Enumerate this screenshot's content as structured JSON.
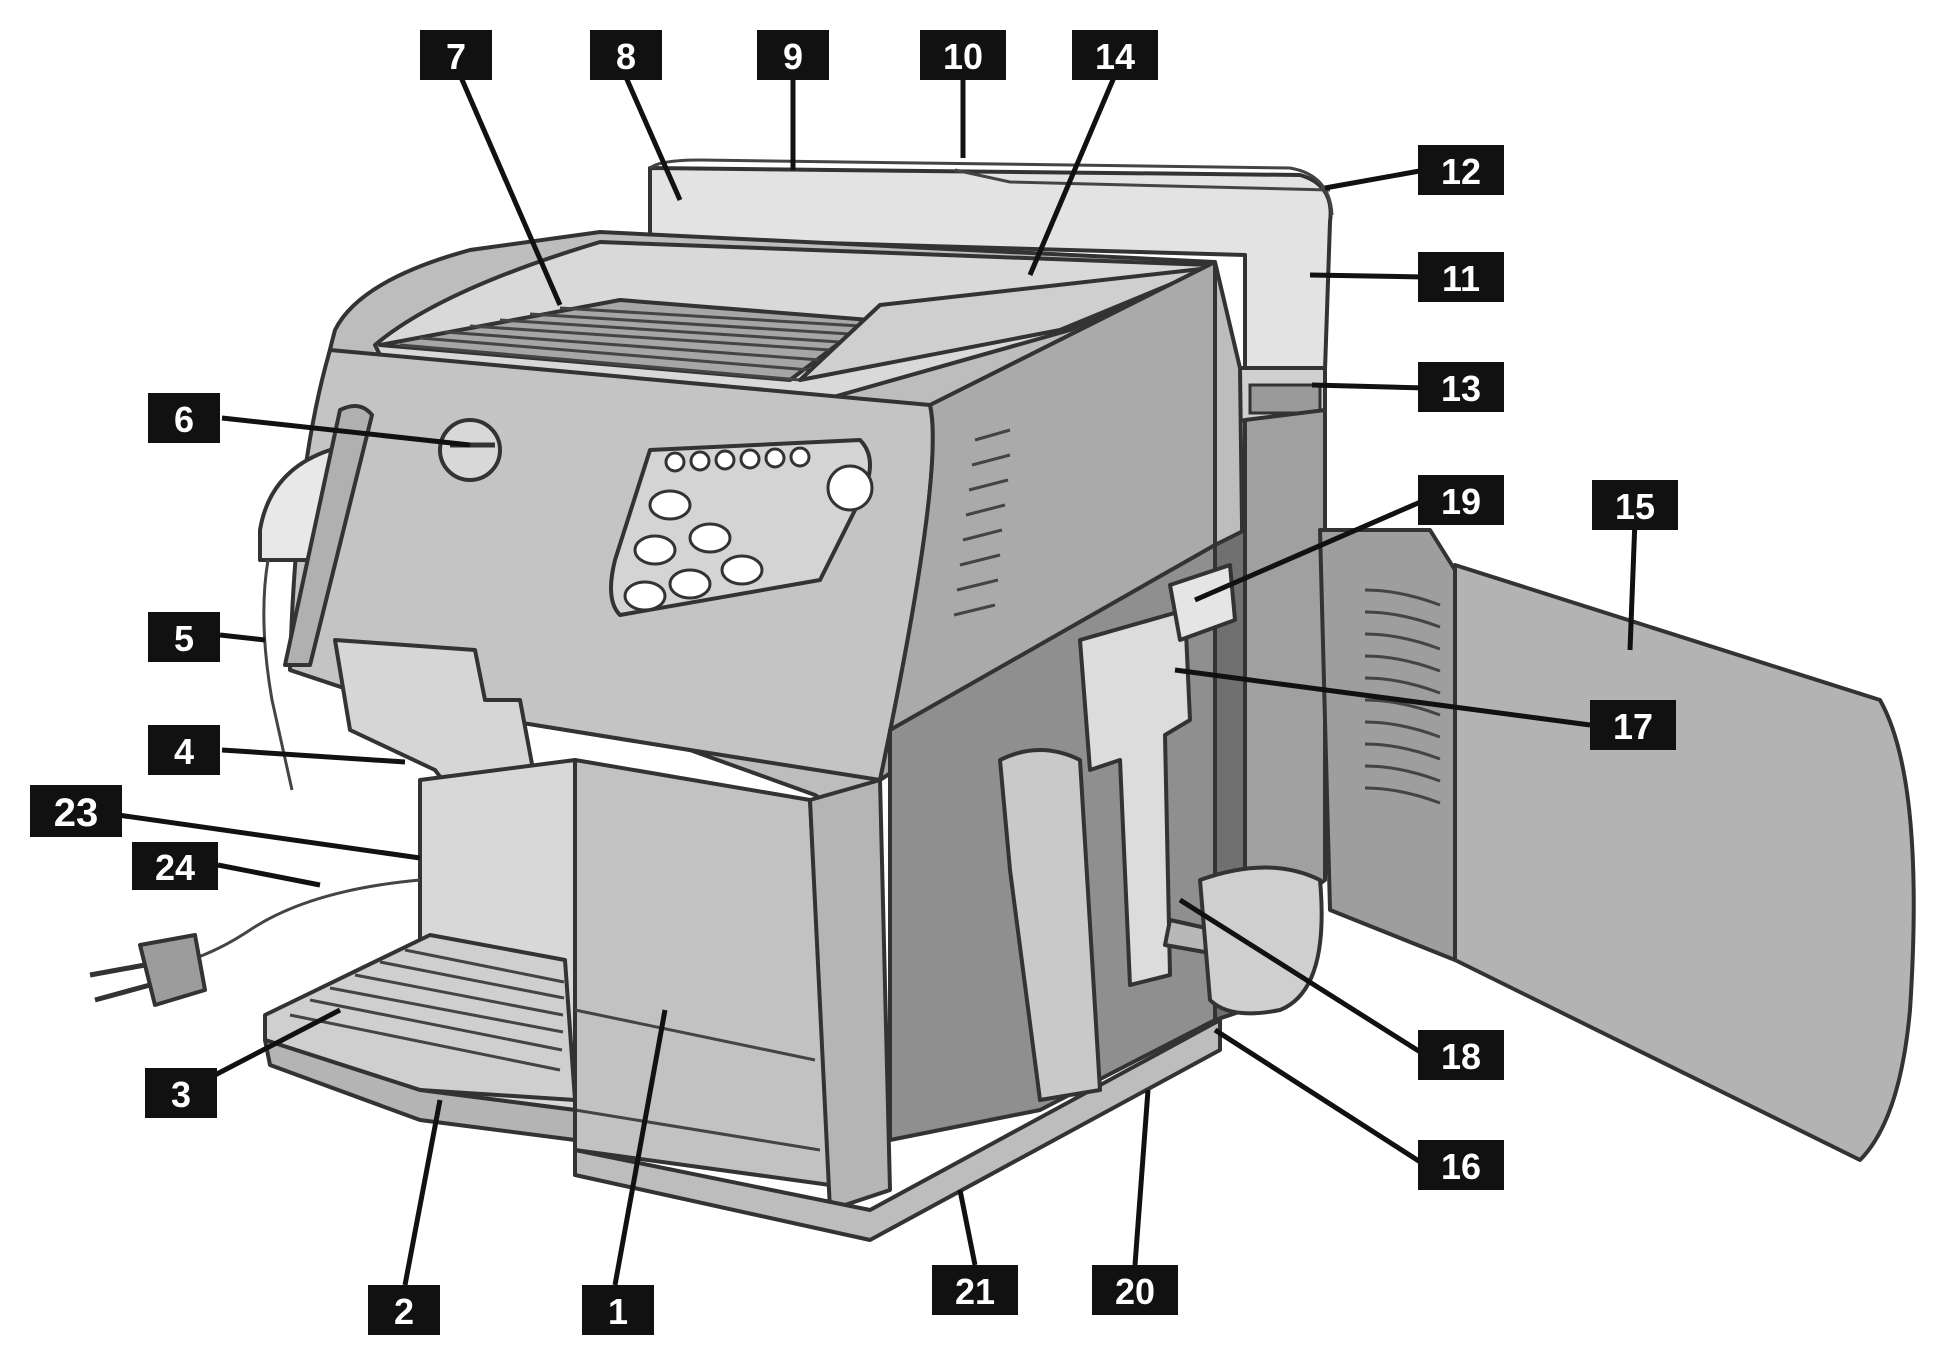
{
  "diagram": {
    "callouts": [
      {
        "id": "c1",
        "text": "1"
      },
      {
        "id": "c2",
        "text": "2"
      },
      {
        "id": "c3",
        "text": "3"
      },
      {
        "id": "c4",
        "text": "4"
      },
      {
        "id": "c5",
        "text": "5"
      },
      {
        "id": "c6",
        "text": "6"
      },
      {
        "id": "c7",
        "text": "7"
      },
      {
        "id": "c8",
        "text": "8"
      },
      {
        "id": "c9",
        "text": "9"
      },
      {
        "id": "c10",
        "text": "10"
      },
      {
        "id": "c11",
        "text": "11"
      },
      {
        "id": "c12",
        "text": "12"
      },
      {
        "id": "c13",
        "text": "13"
      },
      {
        "id": "c14",
        "text": "14"
      },
      {
        "id": "c15",
        "text": "15"
      },
      {
        "id": "c16",
        "text": "16"
      },
      {
        "id": "c17",
        "text": "17"
      },
      {
        "id": "c18",
        "text": "18"
      },
      {
        "id": "c19",
        "text": "19"
      },
      {
        "id": "c20",
        "text": "20"
      },
      {
        "id": "c21",
        "text": "21"
      },
      {
        "id": "c23",
        "text": "23"
      },
      {
        "id": "c24",
        "text": "24"
      }
    ],
    "colors": {
      "label_bg": "#111111",
      "label_text": "#ffffff",
      "body_fill": "#bfbfbf",
      "light_fill": "#e0e0e0",
      "dark_fill": "#8c8c8c"
    }
  }
}
